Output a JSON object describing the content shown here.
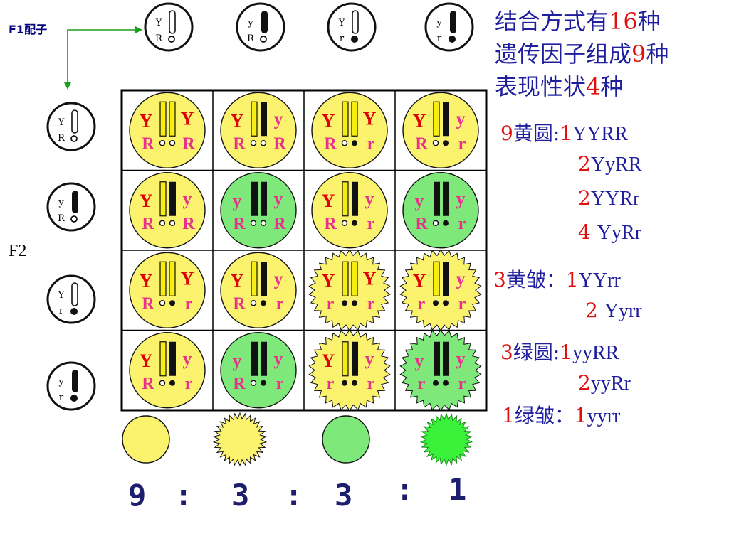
{
  "labels": {
    "f1_gametes": "F1配子",
    "f2": "F2"
  },
  "gametes_top": [
    {
      "a": "Y",
      "b": "R"
    },
    {
      "a": "y",
      "b": "R"
    },
    {
      "a": "Y",
      "b": "r"
    },
    {
      "a": "y",
      "b": "r"
    }
  ],
  "gametes_left": [
    {
      "a": "Y",
      "b": "R"
    },
    {
      "a": "y",
      "b": "R"
    },
    {
      "a": "Y",
      "b": "r"
    },
    {
      "a": "y",
      "b": "r"
    }
  ],
  "grid": [
    [
      {
        "tl": "Y",
        "tr": "Y",
        "bl": "R",
        "br": "R",
        "color": "yellow",
        "shape": "round"
      },
      {
        "tl": "Y",
        "tr": "y",
        "bl": "R",
        "br": "R",
        "color": "yellow",
        "shape": "round"
      },
      {
        "tl": "Y",
        "tr": "Y",
        "bl": "R",
        "br": "r",
        "color": "yellow",
        "shape": "round"
      },
      {
        "tl": "Y",
        "tr": "y",
        "bl": "R",
        "br": "r",
        "color": "yellow",
        "shape": "round"
      }
    ],
    [
      {
        "tl": "Y",
        "tr": "y",
        "bl": "R",
        "br": "R",
        "color": "yellow",
        "shape": "round"
      },
      {
        "tl": "y",
        "tr": "y",
        "bl": "R",
        "br": "R",
        "color": "green",
        "shape": "round"
      },
      {
        "tl": "Y",
        "tr": "y",
        "bl": "R",
        "br": "r",
        "color": "yellow",
        "shape": "round"
      },
      {
        "tl": "y",
        "tr": "y",
        "bl": "R",
        "br": "r",
        "color": "green",
        "shape": "round"
      }
    ],
    [
      {
        "tl": "Y",
        "tr": "Y",
        "bl": "R",
        "br": "r",
        "color": "yellow",
        "shape": "round"
      },
      {
        "tl": "Y",
        "tr": "y",
        "bl": "R",
        "br": "r",
        "color": "yellow",
        "shape": "round"
      },
      {
        "tl": "Y",
        "tr": "Y",
        "bl": "r",
        "br": "r",
        "color": "yellow",
        "shape": "wrinkled"
      },
      {
        "tl": "Y",
        "tr": "y",
        "bl": "r",
        "br": "r",
        "color": "yellow",
        "shape": "wrinkled"
      }
    ],
    [
      {
        "tl": "Y",
        "tr": "y",
        "bl": "R",
        "br": "r",
        "color": "yellow",
        "shape": "round"
      },
      {
        "tl": "y",
        "tr": "y",
        "bl": "R",
        "br": "r",
        "color": "green",
        "shape": "round"
      },
      {
        "tl": "Y",
        "tr": "y",
        "bl": "r",
        "br": "r",
        "color": "yellow",
        "shape": "wrinkled"
      },
      {
        "tl": "y",
        "tr": "y",
        "bl": "r",
        "br": "r",
        "color": "green",
        "shape": "wrinkled"
      }
    ]
  ],
  "summary": {
    "line1": {
      "text": "结合方式有",
      "num": "16",
      "unit": "种"
    },
    "line2": {
      "text": "遗传因子组成",
      "num": "9",
      "unit": "种"
    },
    "line3": {
      "text": "表现性状",
      "num": "4",
      "unit": "种"
    }
  },
  "classes": [
    {
      "count": "9",
      "name": "黄圆",
      "sep": ":",
      "items": [
        {
          "n": "1",
          "g": "YYRR"
        },
        {
          "n": "2",
          "g": "YyRR"
        },
        {
          "n": "2",
          "g": "YYRr"
        },
        {
          "n": "4 ",
          "g": "YyRr"
        }
      ]
    },
    {
      "count": "3",
      "name": "黄皱",
      "sep": "：",
      "items": [
        {
          "n": "1",
          "g": "YYrr"
        },
        {
          "n": "2 ",
          "g": "Yyrr"
        }
      ]
    },
    {
      "count": "3",
      "name": "绿圆",
      "sep": ":",
      "items": [
        {
          "n": "1",
          "g": "yyRR"
        },
        {
          "n": "2",
          "g": "yyRr"
        }
      ]
    },
    {
      "count": "1",
      "name": "绿皱",
      "sep": "：",
      "items": [
        {
          "n": "1",
          "g": "yyrr"
        }
      ]
    }
  ],
  "phenotypes": [
    {
      "color": "yellow",
      "shape": "round"
    },
    {
      "color": "yellow",
      "shape": "wrinkled"
    },
    {
      "color": "green",
      "shape": "round"
    },
    {
      "color": "green",
      "shape": "wrinkled"
    }
  ],
  "ratio": [
    "9",
    ":",
    "3",
    ":",
    "3",
    ":",
    "1"
  ],
  "colors": {
    "yellow": "#fbf36e",
    "green": "#7ee87a",
    "green_bright": "#3bf23b",
    "allele_dominant": "#e00000",
    "allele_second": "#e8308c",
    "blue_text": "#1e1e9e",
    "red_text": "#e01010",
    "arrow": "#1aa01a"
  }
}
